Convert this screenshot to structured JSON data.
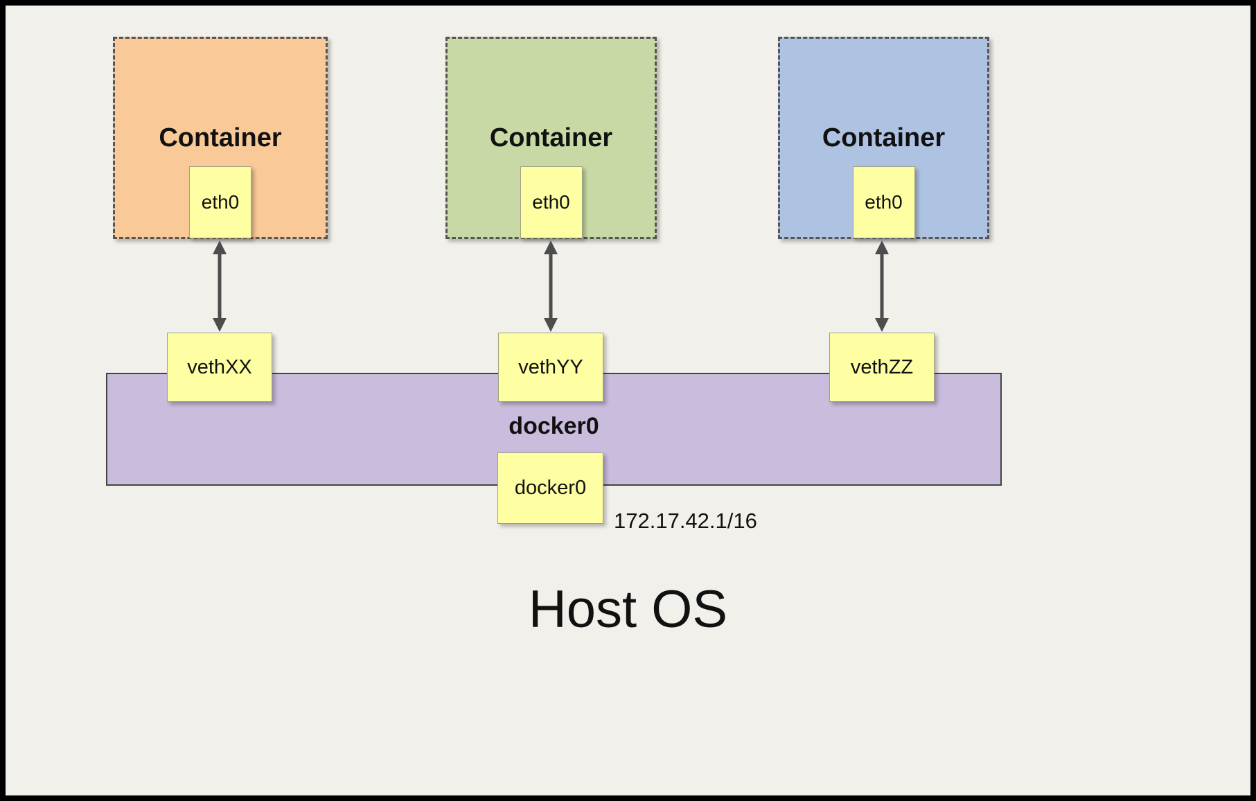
{
  "diagram": {
    "host_label": "Host OS",
    "colors": {
      "background": "#f2f0ea",
      "label_box": "#feffa3",
      "bridge": "#c9bcdc",
      "container_orange": "#f9c998",
      "container_green": "#c8d9a6",
      "container_blue": "#aec3e2",
      "arrow": "#4d4d4d"
    },
    "containers": [
      {
        "label": "Container",
        "interface": "eth0",
        "veth": "vethXX",
        "color": "#f9c998"
      },
      {
        "label": "Container",
        "interface": "eth0",
        "veth": "vethYY",
        "color": "#c8d9a6"
      },
      {
        "label": "Container",
        "interface": "eth0",
        "veth": "vethZZ",
        "color": "#aec3e2"
      }
    ],
    "bridge": {
      "label": "docker0",
      "interface": "docker0",
      "ip": "172.17.42.1/16",
      "color": "#c9bcdc"
    }
  }
}
